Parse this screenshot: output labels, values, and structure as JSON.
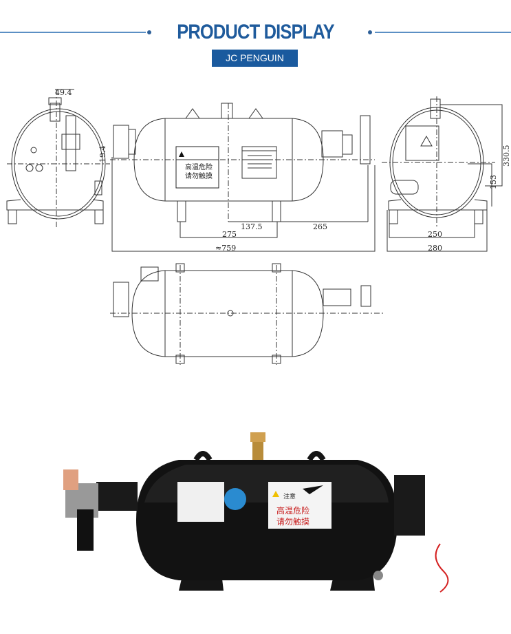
{
  "header": {
    "title": "PRODUCT DISPLAY",
    "badge": "JC PENGUIN",
    "accent_color": "#1a5a9e"
  },
  "drawing": {
    "dimensions": {
      "d49_4": "49.4",
      "d19_4": "19.4",
      "d137_5": "137.5",
      "d265": "265",
      "d275": "275",
      "d759": "≈759",
      "d330_5": "330.5",
      "d153": "153",
      "d250": "250",
      "d280": "280"
    }
  },
  "photo": {
    "warning_label": {
      "heading": "注意",
      "line1": "高温危险",
      "line2": "请勿触摸"
    },
    "tank_color": "#111111",
    "wire_color": "#d42020"
  }
}
